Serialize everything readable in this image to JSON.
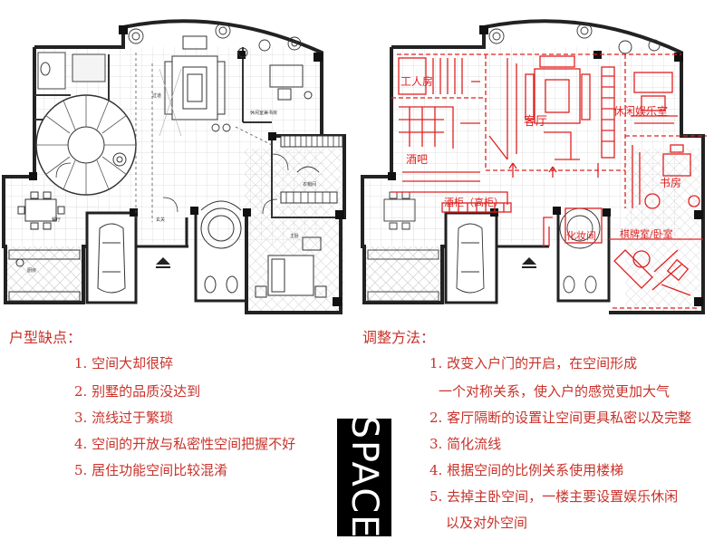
{
  "left_plan": {
    "rooms": [
      "休闲室兼书房",
      "餐厅",
      "厨房",
      "主卧",
      "过道",
      "玄关",
      "衣帽间"
    ]
  },
  "right_plan": {
    "rooms": [
      "工人房",
      "客厅",
      "休闲娱乐室",
      "酒吧",
      "书房",
      "酒柜（高柜）",
      "化妆间",
      "棋牌室/卧室"
    ]
  },
  "defects": {
    "title": "户型缺点：",
    "items": [
      "1. 空间大却很碎",
      "2. 别墅的品质没达到",
      "3. 流线过于繁琐",
      "4. 空间的开放与私密性空间把握不好",
      "5. 居住功能空间比较混淆"
    ]
  },
  "adjust": {
    "title": "调整方法：",
    "items": [
      "1. 改变入户门的开启，在空间形成",
      "一个对称关系，使入户的感觉更加大气",
      "2. 客厅隔断的设置让空间更具私密以及完整",
      "3. 简化流线",
      "4. 根据空间的比例关系使用楼梯",
      "5. 去掉主卧空间，一楼主要设置娱乐休闲",
      "以及对外空间"
    ]
  },
  "logo": {
    "text": "SPACE"
  },
  "colors": {
    "red_text": "#c8322a",
    "red_line": "#e02020",
    "wall": "#222222",
    "grid": "#d8d8d8"
  }
}
